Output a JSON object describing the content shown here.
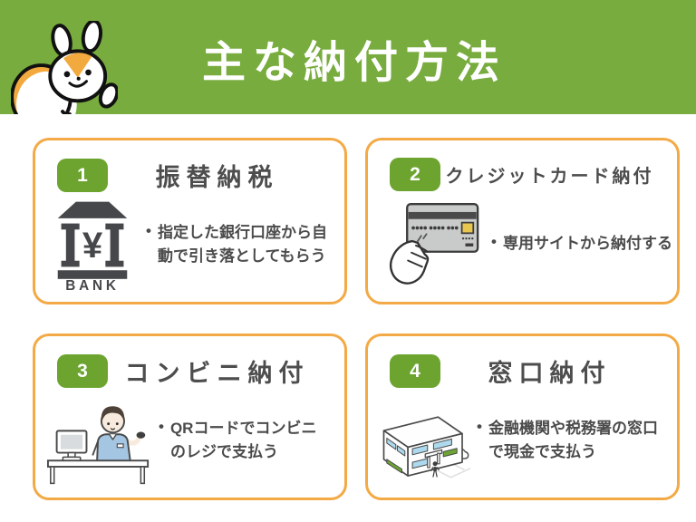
{
  "header": {
    "title": "主な納付方法",
    "background_color": "#78AC3E",
    "title_color": "#FFFFFF",
    "mascot": "hamster-mascot"
  },
  "ui": {
    "bullet_char": "•"
  },
  "cards": [
    {
      "number": "1",
      "title": "振替納税",
      "icon": "bank-icon",
      "bullet": "指定した銀行口座から自動で引き落としてもらう"
    },
    {
      "number": "2",
      "title": "クレジットカード納付",
      "icon": "credit-card-in-hand-icon",
      "bullet": "専用サイトから納付する"
    },
    {
      "number": "3",
      "title": "コンビニ納付",
      "icon": "store-clerk-register-icon",
      "bullet": "QRコードでコンビニのレジで支払う"
    },
    {
      "number": "4",
      "title": "窓口納付",
      "icon": "office-building-icon",
      "bullet": "金融機関や税務署の窓口で現金で支払う"
    }
  ],
  "icons": {
    "bank": {
      "symbol": "¥",
      "label": "BANK"
    }
  },
  "colors": {
    "header_green": "#78AC3E",
    "badge_green": "#6CA42F",
    "card_border_orange": "#F3AA46",
    "text_dark": "#4B4B4B",
    "icon_dark": "#45474A",
    "mascot_orange": "#F2A93E",
    "window_blue": "#ADD9EE",
    "hedge_green": "#6CA533",
    "shirt_blue": "#A5C6E2",
    "background": "#FFFFFF"
  }
}
